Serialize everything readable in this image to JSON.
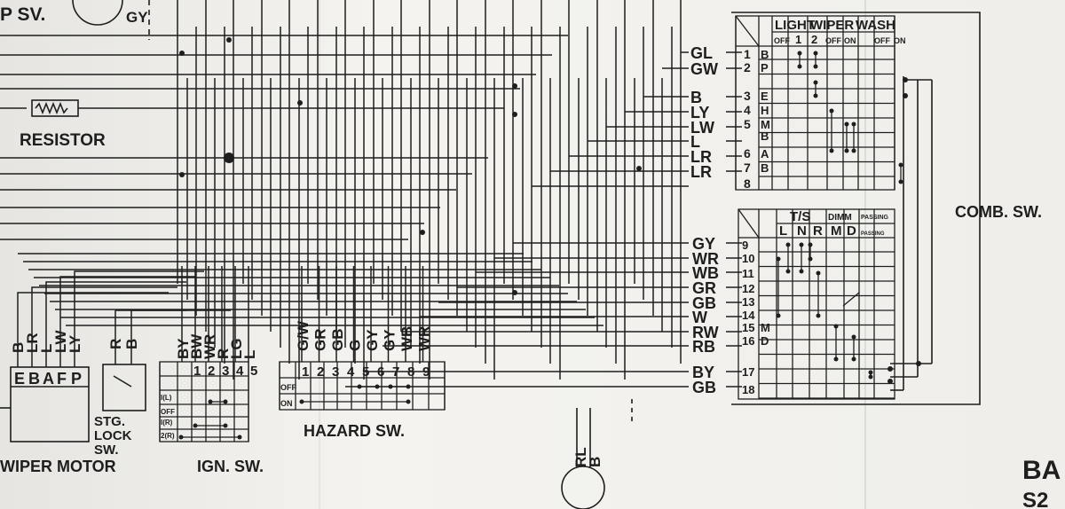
{
  "labels": {
    "p_sv": "P SV.",
    "gy_top": "GY",
    "resistor": "RESISTOR",
    "comb_sw": "COMB. SW.",
    "hazard_sw": "HAZARD SW.",
    "ign_sw": "IGN. SW.",
    "wiper_motor": "WIPER MOTOR",
    "stg_lock_sw": [
      "STG.",
      "LOCK",
      "SW."
    ],
    "corner_big": "BA",
    "corner_small": "S2"
  },
  "wiper_motor": {
    "wires": [
      "B",
      "LR",
      "L",
      "LW",
      "LY"
    ],
    "terminals": [
      "E",
      "B",
      "A",
      "F",
      "P"
    ]
  },
  "stg_lock": {
    "wires": [
      "R",
      "B"
    ]
  },
  "ign_sw": {
    "wires": [
      "BY",
      "BW",
      "WR",
      "R",
      "LG",
      "L"
    ],
    "columns": [
      "1",
      "2",
      "3",
      "4",
      "5"
    ],
    "rows": [
      "I(L)",
      "OFF",
      "I(R)",
      "2(R)"
    ]
  },
  "hazard_sw": {
    "wires": [
      "G/W",
      "GR",
      "GB",
      "G",
      "GY",
      "GY",
      "WB",
      "WR"
    ],
    "columns": [
      "1",
      "2",
      "3",
      "4",
      "5",
      "6",
      "7",
      "8",
      "9"
    ],
    "rows": [
      "OFF",
      "ON"
    ]
  },
  "comb_top": {
    "wires": [
      "GL",
      "GW",
      "B",
      "LY",
      "LW",
      "L",
      "LR",
      "LR"
    ],
    "pins": [
      "1",
      "2",
      "3",
      "4",
      "5",
      "",
      "6",
      "7",
      "8"
    ],
    "pin_letters": [
      "B",
      "P",
      "E",
      "H",
      "M",
      "B",
      "A",
      "B",
      ""
    ],
    "groups": [
      "LIGHT",
      "WIPER",
      "WASH"
    ],
    "sub": [
      "OFF",
      "1",
      "2",
      "OFF",
      "ON",
      "",
      "OFF",
      "ON"
    ]
  },
  "comb_bottom": {
    "wires": [
      "GY",
      "WR",
      "WB",
      "GR",
      "GB",
      "W",
      "RW",
      "RB",
      "BY",
      "GB"
    ],
    "pins": [
      "9",
      "10",
      "11",
      "12",
      "13",
      "14",
      "15",
      "16",
      "",
      "17",
      "18"
    ],
    "pin_letters": [
      "",
      "",
      "",
      "",
      "",
      "",
      "M",
      "D",
      "",
      "",
      ""
    ],
    "groups": [
      "T/S",
      "DIMM",
      "PASSING"
    ],
    "sub": [
      "L",
      "N",
      "R",
      "M",
      "D",
      "PASSING"
    ]
  },
  "rl_b": [
    "RL",
    "B"
  ]
}
